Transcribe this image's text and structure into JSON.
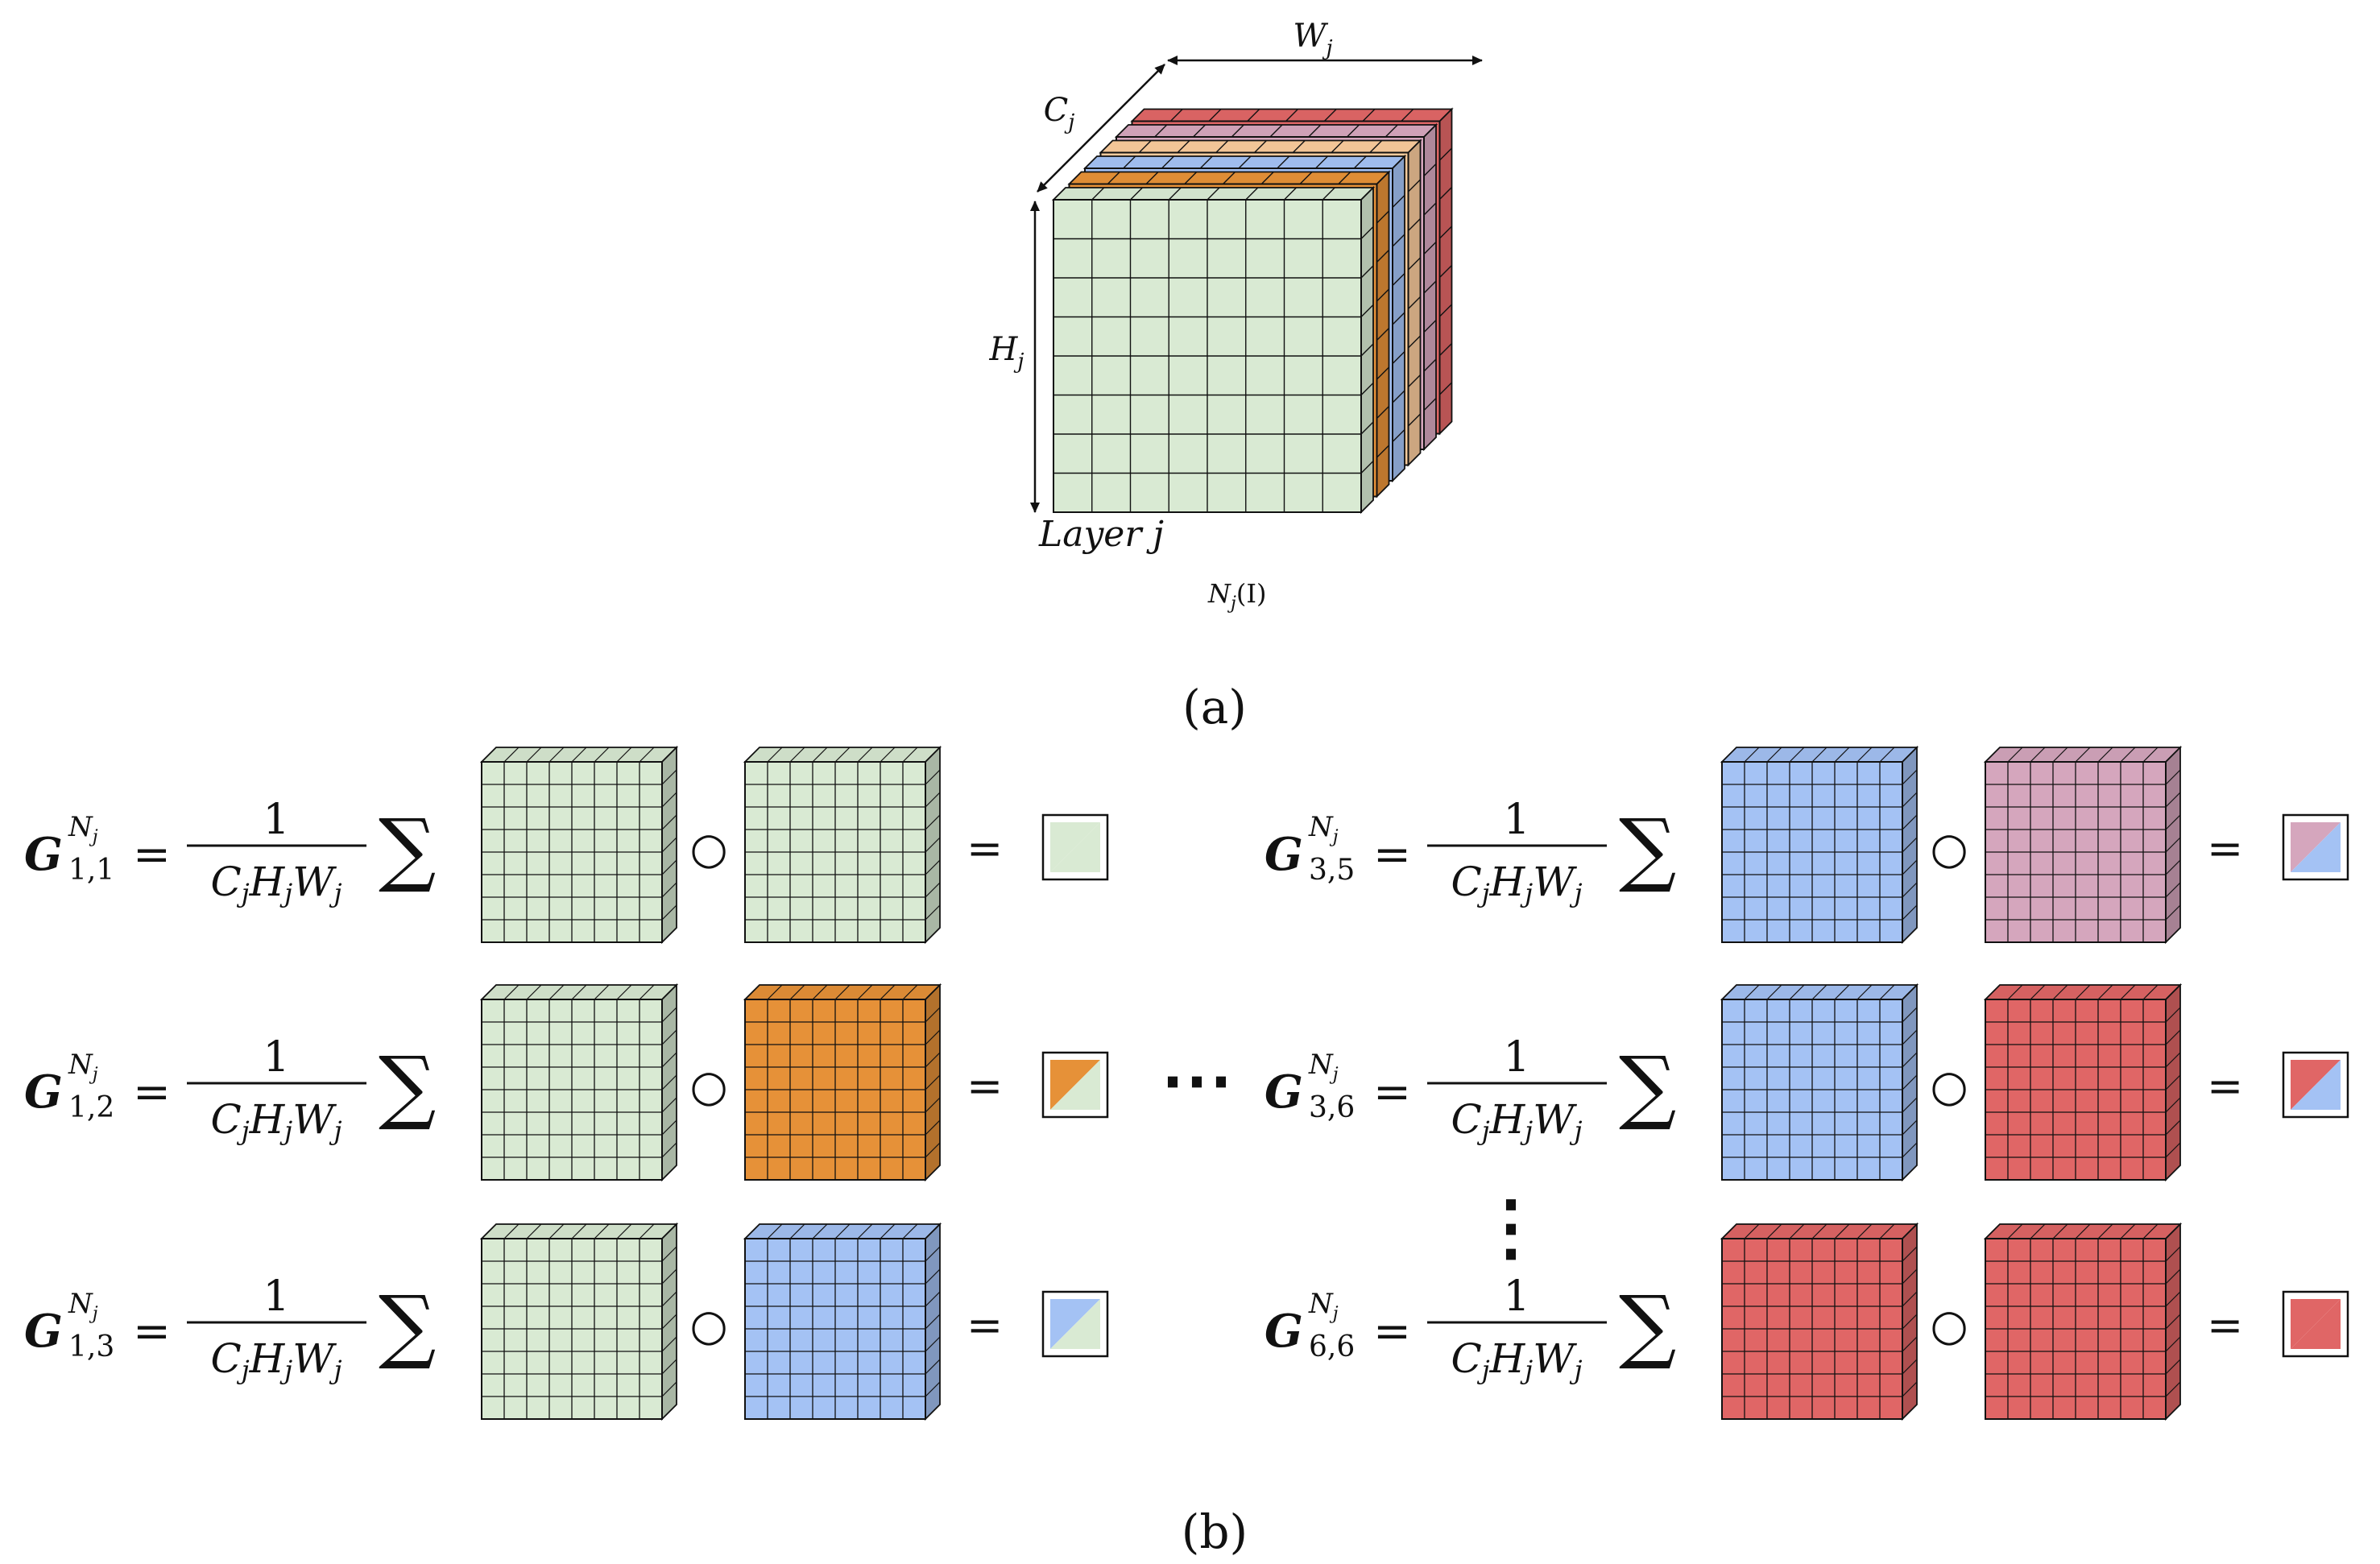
{
  "panel_a": {
    "label": "(a)",
    "dim_w": "W",
    "dim_w_sub": "j",
    "dim_c": "C",
    "dim_c_sub": "j",
    "dim_h": "H",
    "dim_h_sub": "j",
    "layer_label": "Layer j",
    "output_label": "N",
    "output_label_sub": "j",
    "output_label_arg": "(I)",
    "channels": [
      {
        "name": "green",
        "color": "#d9ead3"
      },
      {
        "name": "orange",
        "color": "#e69138"
      },
      {
        "name": "blue",
        "color": "#a4c2f4"
      },
      {
        "name": "peach",
        "color": "#f9cb9c"
      },
      {
        "name": "pink",
        "color": "#d5a6bd"
      },
      {
        "name": "red",
        "color": "#e06666"
      }
    ]
  },
  "panel_b": {
    "label": "(b)",
    "fraction_num": "1",
    "fraction_den": "C_j H_j W_j",
    "sum_symbol": "∑",
    "hadamard_symbol": "○",
    "equals_symbol": "=",
    "ellipsis_h": "⋯",
    "ellipsis_v": "⋮",
    "equations": [
      {
        "gram": "G",
        "sup": "N",
        "sup_sub": "j",
        "indices": "1,1",
        "left": "green",
        "right": "green"
      },
      {
        "gram": "G",
        "sup": "N",
        "sup_sub": "j",
        "indices": "1,2",
        "left": "green",
        "right": "orange"
      },
      {
        "gram": "G",
        "sup": "N",
        "sup_sub": "j",
        "indices": "1,3",
        "left": "green",
        "right": "blue"
      },
      {
        "gram": "G",
        "sup": "N",
        "sup_sub": "j",
        "indices": "3,5",
        "left": "blue",
        "right": "pink"
      },
      {
        "gram": "G",
        "sup": "N",
        "sup_sub": "j",
        "indices": "3,6",
        "left": "blue",
        "right": "red"
      },
      {
        "gram": "G",
        "sup": "N",
        "sup_sub": "j",
        "indices": "6,6",
        "left": "red",
        "right": "red"
      }
    ]
  }
}
